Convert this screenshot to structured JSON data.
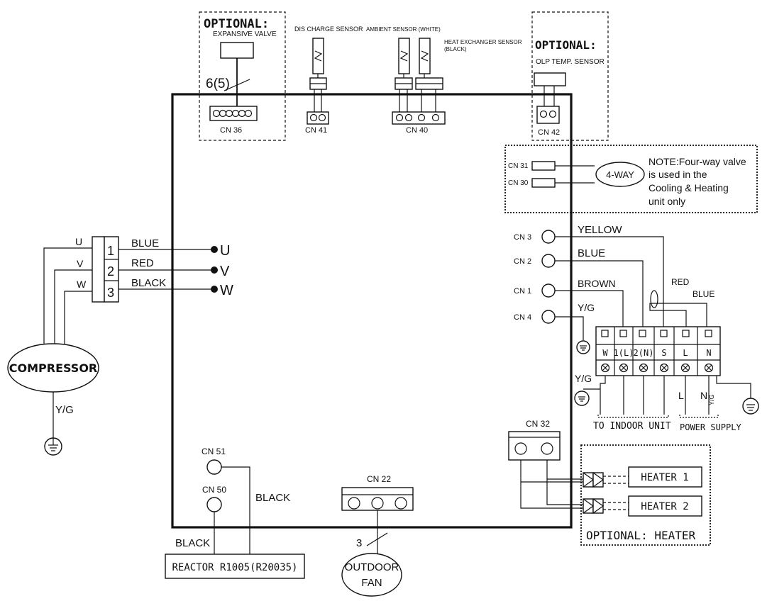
{
  "optional_expansive": {
    "title": "OPTIONAL:",
    "subtitle": "EXPANSIVE VALVE",
    "wire_count": "6(5)",
    "connector": "CN 36"
  },
  "discharge_sensor": {
    "label": "DIS CHARGE SENSOR",
    "connector": "CN 41"
  },
  "ambient_sensor": {
    "label": "AMBIENT SENSOR (WHITE)"
  },
  "heat_exchanger_sensor": {
    "label_line1": "HEAT EXCHANGER SENSOR",
    "label_line2": "(BLACK)",
    "connector": "CN 40"
  },
  "optional_olp": {
    "title": "OPTIONAL:",
    "subtitle": "OLP TEMP. SENSOR",
    "connector": "CN 42"
  },
  "four_way": {
    "label": "4-WAY",
    "cn31": "CN 31",
    "cn30": "CN 30",
    "note_lines": [
      "NOTE:Four-way valve",
      " is used in the",
      "Cooling  & Heating",
      "unit only"
    ]
  },
  "compressor": {
    "label": "COMPRESSOR",
    "ground_label": "Y/G",
    "phases": [
      "U",
      "V",
      "W"
    ],
    "terminals": [
      "1",
      "2",
      "3"
    ],
    "wire_colors": [
      "BLUE",
      "RED",
      "BLACK"
    ],
    "board_terminals": [
      "U",
      "V",
      "W"
    ]
  },
  "right_connectors": {
    "cn3": "CN 3",
    "cn2": "CN 2",
    "cn1": "CN 1",
    "cn4": "CN 4",
    "wire_yellow": "YELLOW",
    "wire_blue": "BLUE",
    "wire_brown": "BROWN",
    "wire_yg": "Y/G",
    "wire_red2": "RED",
    "wire_blue2": "BLUE"
  },
  "terminal_block": {
    "terminals": [
      "W",
      "1(L)",
      "2(N)",
      "S",
      "L",
      "N"
    ],
    "ground_label": "Y/G",
    "to_indoor": "TO INDOOR UNIT",
    "power_supply": "POWER SUPPLY",
    "ps_l": "L",
    "ps_n": "N",
    "ps_yg": "Y/G"
  },
  "heater": {
    "connector": "CN 32",
    "heater1": "HEATER 1",
    "heater2": "HEATER 2",
    "title": "OPTIONAL: HEATER"
  },
  "reactor": {
    "cn51": "CN 51",
    "cn50": "CN 50",
    "wire_black1": "BLACK",
    "wire_black2": "BLACK",
    "label": "REACTOR R1005(R20035)"
  },
  "fan": {
    "connector": "CN 22",
    "wire_count": "3",
    "label_line1": "OUTDOOR",
    "label_line2": "FAN"
  }
}
